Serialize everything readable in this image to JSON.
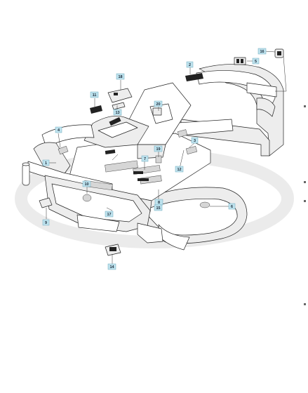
{
  "colors": {
    "callout_fill": "#bfe3ee",
    "callout_stroke": "#6fa9bd",
    "line": "#222222",
    "watermark": "#e9e9e9"
  },
  "callouts": [
    {
      "id": "c1",
      "text": "1"
    },
    {
      "id": "c2",
      "text": "2"
    },
    {
      "id": "c3",
      "text": "3"
    },
    {
      "id": "c4",
      "text": "4"
    },
    {
      "id": "c5",
      "text": "5"
    },
    {
      "id": "c6",
      "text": "6"
    },
    {
      "id": "c7",
      "text": "7"
    },
    {
      "id": "c8",
      "text": "8"
    },
    {
      "id": "c9",
      "text": "9"
    },
    {
      "id": "c10",
      "text": "10"
    },
    {
      "id": "c11",
      "text": "11"
    },
    {
      "id": "c12",
      "text": "12"
    },
    {
      "id": "c13",
      "text": "13"
    },
    {
      "id": "c14",
      "text": "14"
    },
    {
      "id": "c15",
      "text": "15"
    },
    {
      "id": "c16",
      "text": "16"
    },
    {
      "id": "c17",
      "text": "17"
    },
    {
      "id": "c18",
      "text": "18"
    },
    {
      "id": "c19",
      "text": "19"
    },
    {
      "id": "c20",
      "text": "20"
    }
  ]
}
